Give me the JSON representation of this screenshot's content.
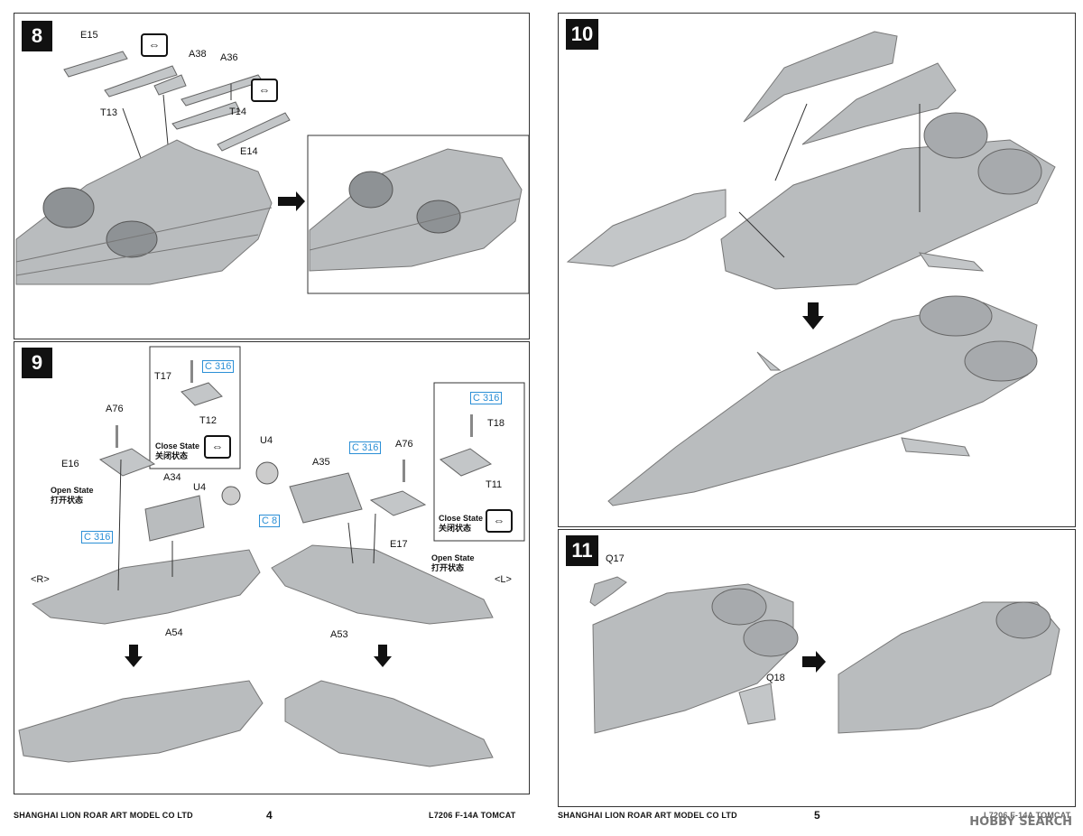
{
  "left_page": {
    "step8": {
      "number": "8",
      "labels": [
        "E15",
        "A38",
        "A36",
        "T13",
        "T14",
        "E14"
      ]
    },
    "step9": {
      "number": "9",
      "labels": {
        "a76_r": "A76",
        "e16": "E16",
        "t17": "T17",
        "c316_t17": "C 316",
        "t12": "T12",
        "close_r_en": "Close State",
        "close_r_cn": "关闭状态",
        "open_r_en": "Open State",
        "open_r_cn": "打开状态",
        "a34": "A34",
        "u4_r": "U4",
        "c8": "C 8",
        "c316_r": "C 316",
        "side_r": "<R>",
        "a54": "A54",
        "u4_l": "U4",
        "a35": "A35",
        "c316_l": "C 316",
        "a76_l": "A76",
        "c316_t18": "C 316",
        "t18": "T18",
        "t11": "T11",
        "close_l_en": "Close State",
        "close_l_cn": "关闭状态",
        "e17": "E17",
        "open_l_en": "Open State",
        "open_l_cn": "打开状态",
        "side_l": "<L>",
        "a53": "A53"
      }
    },
    "footer_company": "SHANGHAI LION ROAR ART MODEL CO LTD",
    "page_number": "4",
    "footer_model": "L7206   F-14A   TOMCAT"
  },
  "right_page": {
    "step10": {
      "number": "10"
    },
    "step11": {
      "number": "11",
      "labels": {
        "q17": "Q17",
        "q18": "Q18"
      }
    },
    "footer_company": "SHANGHAI LION ROAR ART MODEL CO LTD",
    "page_number": "5",
    "footer_model": "L7206   F-14A   TOMCAT"
  },
  "watermark": "HOBBY SEARCH",
  "icons": {
    "swap": "bidirectional-arrows-icon",
    "down": "down-arrow-icon",
    "right": "right-arrow-icon"
  },
  "colors": {
    "part_gray": "#b9bcbe",
    "part_dark": "#8e9295",
    "callout_blue": "#2b8fd6"
  }
}
